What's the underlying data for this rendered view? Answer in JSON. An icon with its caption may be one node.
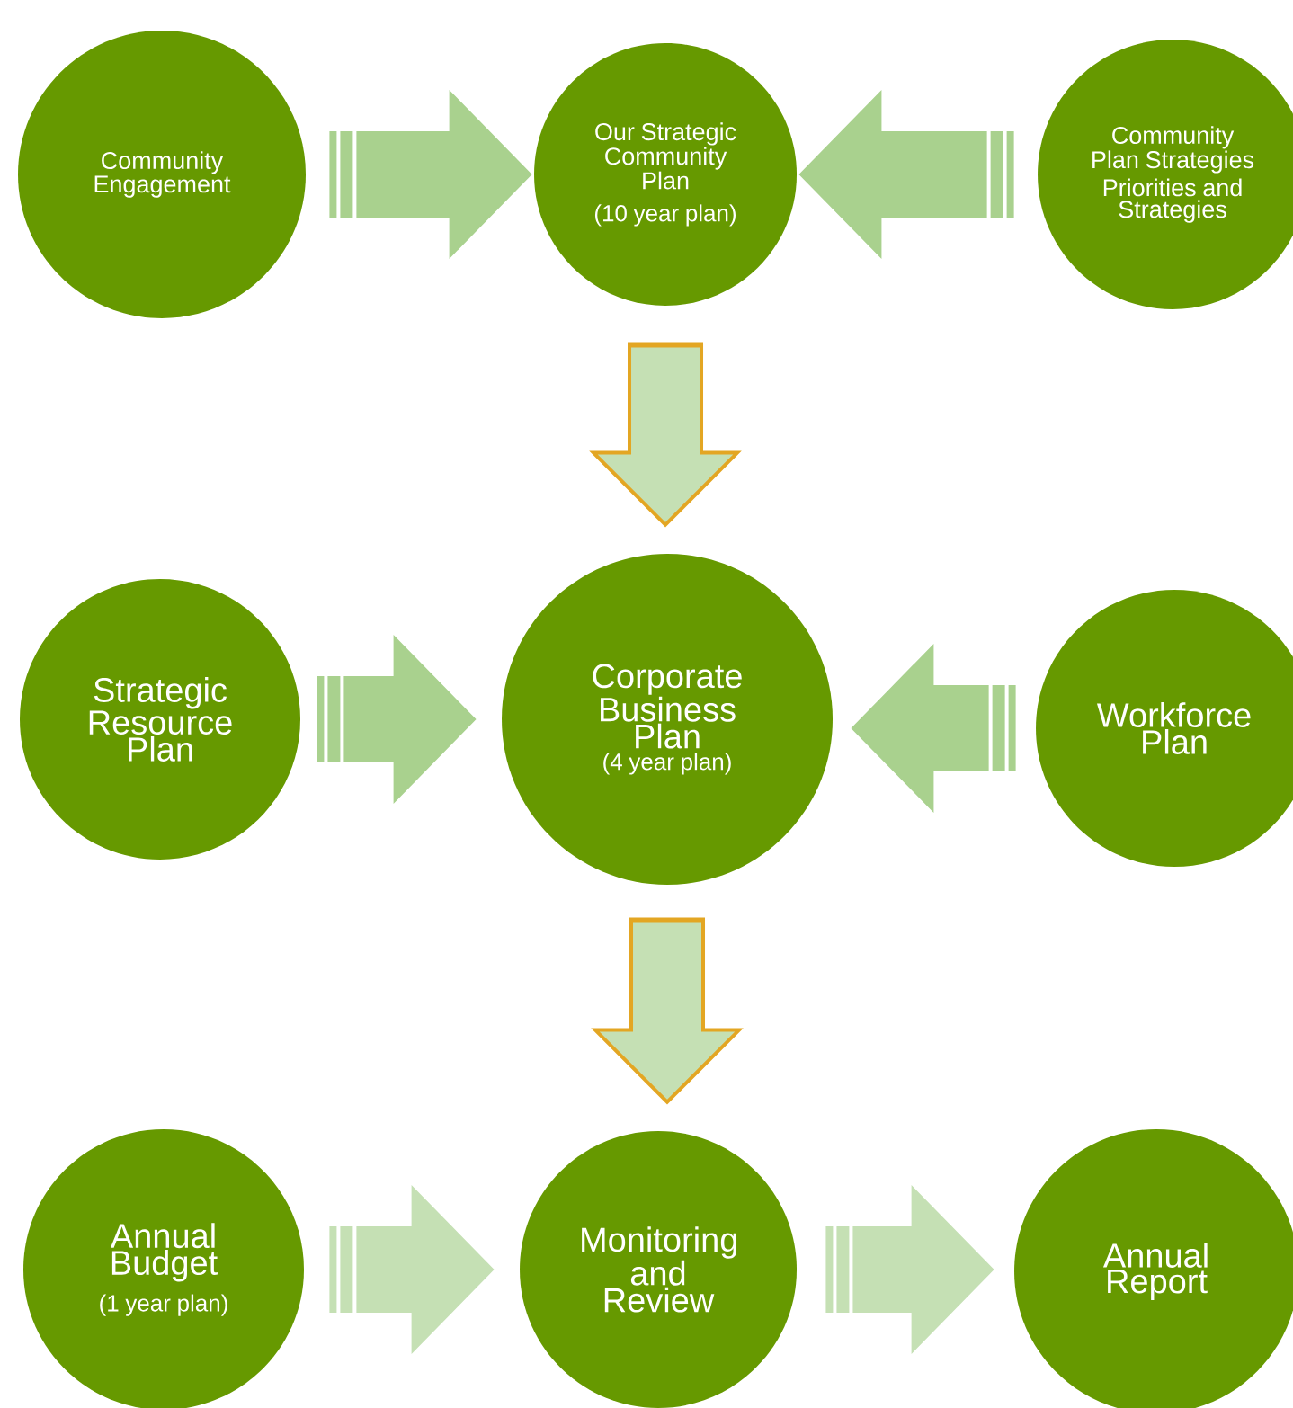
{
  "diagram": {
    "nodes": [
      {
        "text": [
          "Community Engagement"
        ]
      },
      {
        "text": [
          "Our Strategic Community Plan",
          "(10 year plan)"
        ]
      },
      {
        "text": [
          "Community Plan Strategies",
          "Priorities and Strategies"
        ]
      },
      {
        "text": [
          "Strategic Resource Plan"
        ]
      },
      {
        "text": [
          "Corporate Business Plan",
          "(4 year plan)"
        ]
      },
      {
        "text": [
          "Workforce Plan"
        ]
      },
      {
        "text": [
          "Annual Budget",
          "(1 year plan)"
        ]
      },
      {
        "text": [
          "Monitoring and Review"
        ]
      },
      {
        "text": [
          "Annual Report"
        ]
      }
    ],
    "edges": [
      {
        "from": 0,
        "to": 1,
        "arrow": "to"
      },
      {
        "from": 2,
        "to": 1,
        "arrow": "to"
      },
      {
        "from": 1,
        "to": 4,
        "arrow": "to",
        "color": "#c5e0b4"
      },
      {
        "from": 3,
        "to": 4,
        "arrow": "to"
      },
      {
        "from": 5,
        "to": 4,
        "arrow": "to"
      },
      {
        "from": 4,
        "to": 7,
        "arrow": "to",
        "color": "#c5e0b4"
      },
      {
        "from": 6,
        "to": 7,
        "arrow": "to",
        "color": "#c5e0b4"
      },
      {
        "from": 7,
        "to": 8,
        "arrow": "to",
        "color": "#c5e0b4"
      }
    ]
  }
}
